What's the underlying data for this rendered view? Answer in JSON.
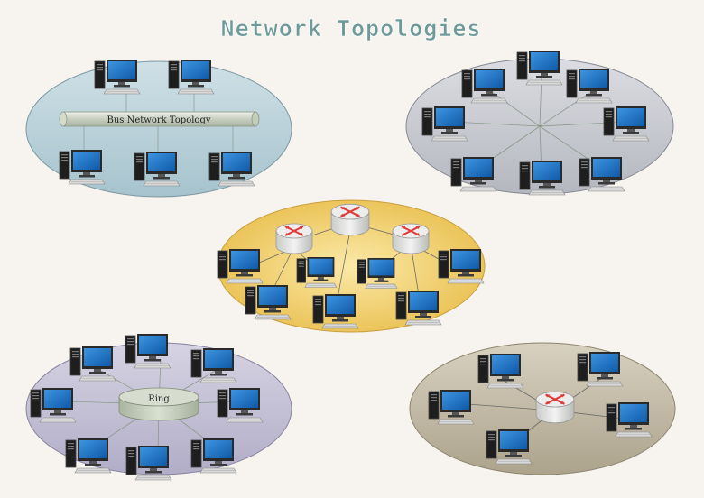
{
  "title": "Network Topologies",
  "bus": {
    "label": "Bus Network Topology"
  },
  "ring": {
    "label": "Ring"
  },
  "colors": {
    "title": "#6f9a9a",
    "bus_bg": "#b7d0d8",
    "star_bg": "#c9cbd1",
    "mesh_bg": "#f0cd66",
    "ring_bg": "#c4c1d6",
    "router_star_bg": "#bfb6a0",
    "monitor_screen": "#1a72c4",
    "router_x": "#e03a3a"
  },
  "icons": {
    "computer": "desktop-computer-icon",
    "router": "router-icon"
  }
}
